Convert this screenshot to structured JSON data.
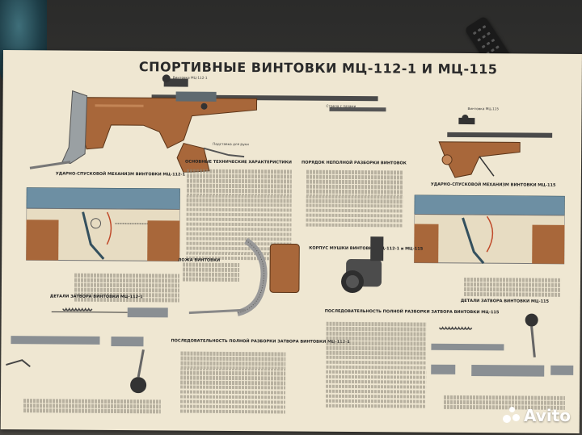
{
  "poster": {
    "title": "СПОРТИВНЫЕ ВИНТОВКИ  МЦ-112-1 И МЦ-115",
    "headings": {
      "trigger_112": "УДАРНО-СПУСКОВОЙ МЕХАНИЗМ ВИНТОВКИ МЦ-112-1",
      "specs": "ОСНОВНЫЕ ТЕХНИЧЕСКИЕ ХАРАКТЕРИСТИКИ",
      "disassembly_order": "ПОРЯДОК НЕПОЛНОЙ РАЗБОРКИ ВИНТОВОК",
      "trigger_115": "УДАРНО-СПУСКОВОЙ МЕХАНИЗМ ВИНТОВКИ МЦ-115",
      "bed": "ЛОЖА ВИНТОВКИ",
      "sight_body": "КОРПУС МУШКИ ВИНТОВКИ МЦ-112-1 и МЦ-115",
      "bolt_112": "ДЕТАЛИ ЗАТВОРА ВИНТОВКИ МЦ-112-1",
      "bolt_disassembly_112": "ПОСЛЕДОВАТЕЛЬНОСТЬ ПОЛНОЙ РАЗБОРКИ ЗАТВОРА ВИНТОВКИ МЦ-112-1",
      "bolt_disassembly_115": "ПОСЛЕДОВАТЕЛЬНОСТЬ ПОЛНОЙ РАЗБОРКИ ЗАТВОРА ВИНТОВКИ МЦ-115",
      "bolt_115": "ДЕТАЛИ ЗАТВОРА ВИНТОВКИ МЦ-115"
    }
  },
  "watermark": {
    "brand": "Avito"
  },
  "colors": {
    "poster": "#efe7d2",
    "wood": "#a8673a",
    "steel": "#6d8fa3",
    "ink": "#2a2a2a"
  }
}
